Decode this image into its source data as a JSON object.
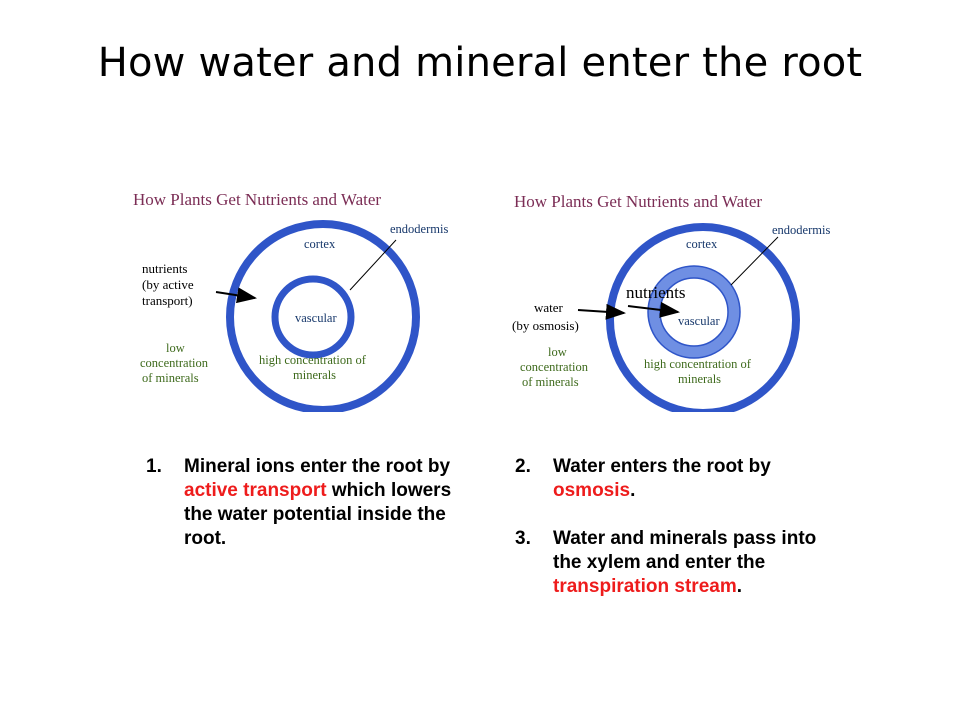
{
  "slide": {
    "title": "How water and mineral enter the root"
  },
  "diagram_left": {
    "heading": "How Plants Get Nutrients and Water",
    "cortex": "cortex",
    "endodermis": "endodermis",
    "vascular": "vascular",
    "nutrients_line1": "nutrients",
    "nutrients_line2": "(by active",
    "nutrients_line3": "transport)",
    "low_line1": "low",
    "low_line2": "concentration",
    "low_line3": "of minerals",
    "high_line1": "high concentration of",
    "high_line2": "minerals"
  },
  "diagram_right": {
    "heading": "How Plants Get Nutrients and Water",
    "cortex": "cortex",
    "endodermis": "endodermis",
    "vascular": "vascular",
    "nutrients": "nutrients",
    "water_line1": "water",
    "water_line2": "(by osmosis)",
    "low_line1": "low",
    "low_line2": "concentration",
    "low_line3": "of minerals",
    "high_line1": "high concentration of",
    "high_line2": "minerals"
  },
  "steps": [
    {
      "number": "1.",
      "text_before": "Mineral ions enter the root by ",
      "highlight": "active transport",
      "text_after": " which lowers the water potential inside the root."
    },
    {
      "number": "2.",
      "text_before": "Water enters the root by ",
      "highlight": "osmosis",
      "text_after": "."
    },
    {
      "number": "3.",
      "text_before": "Water and minerals pass into the xylem and enter the ",
      "highlight": "transpiration stream",
      "text_after": "."
    }
  ],
  "colors": {
    "ring_blue": "#2f55c8",
    "ring_light": "#6f8fe3",
    "heading_purple": "#7b2d55",
    "label_blue": "#17386b",
    "label_green": "#3e6a1c",
    "highlight_red": "#ee1c1c"
  }
}
